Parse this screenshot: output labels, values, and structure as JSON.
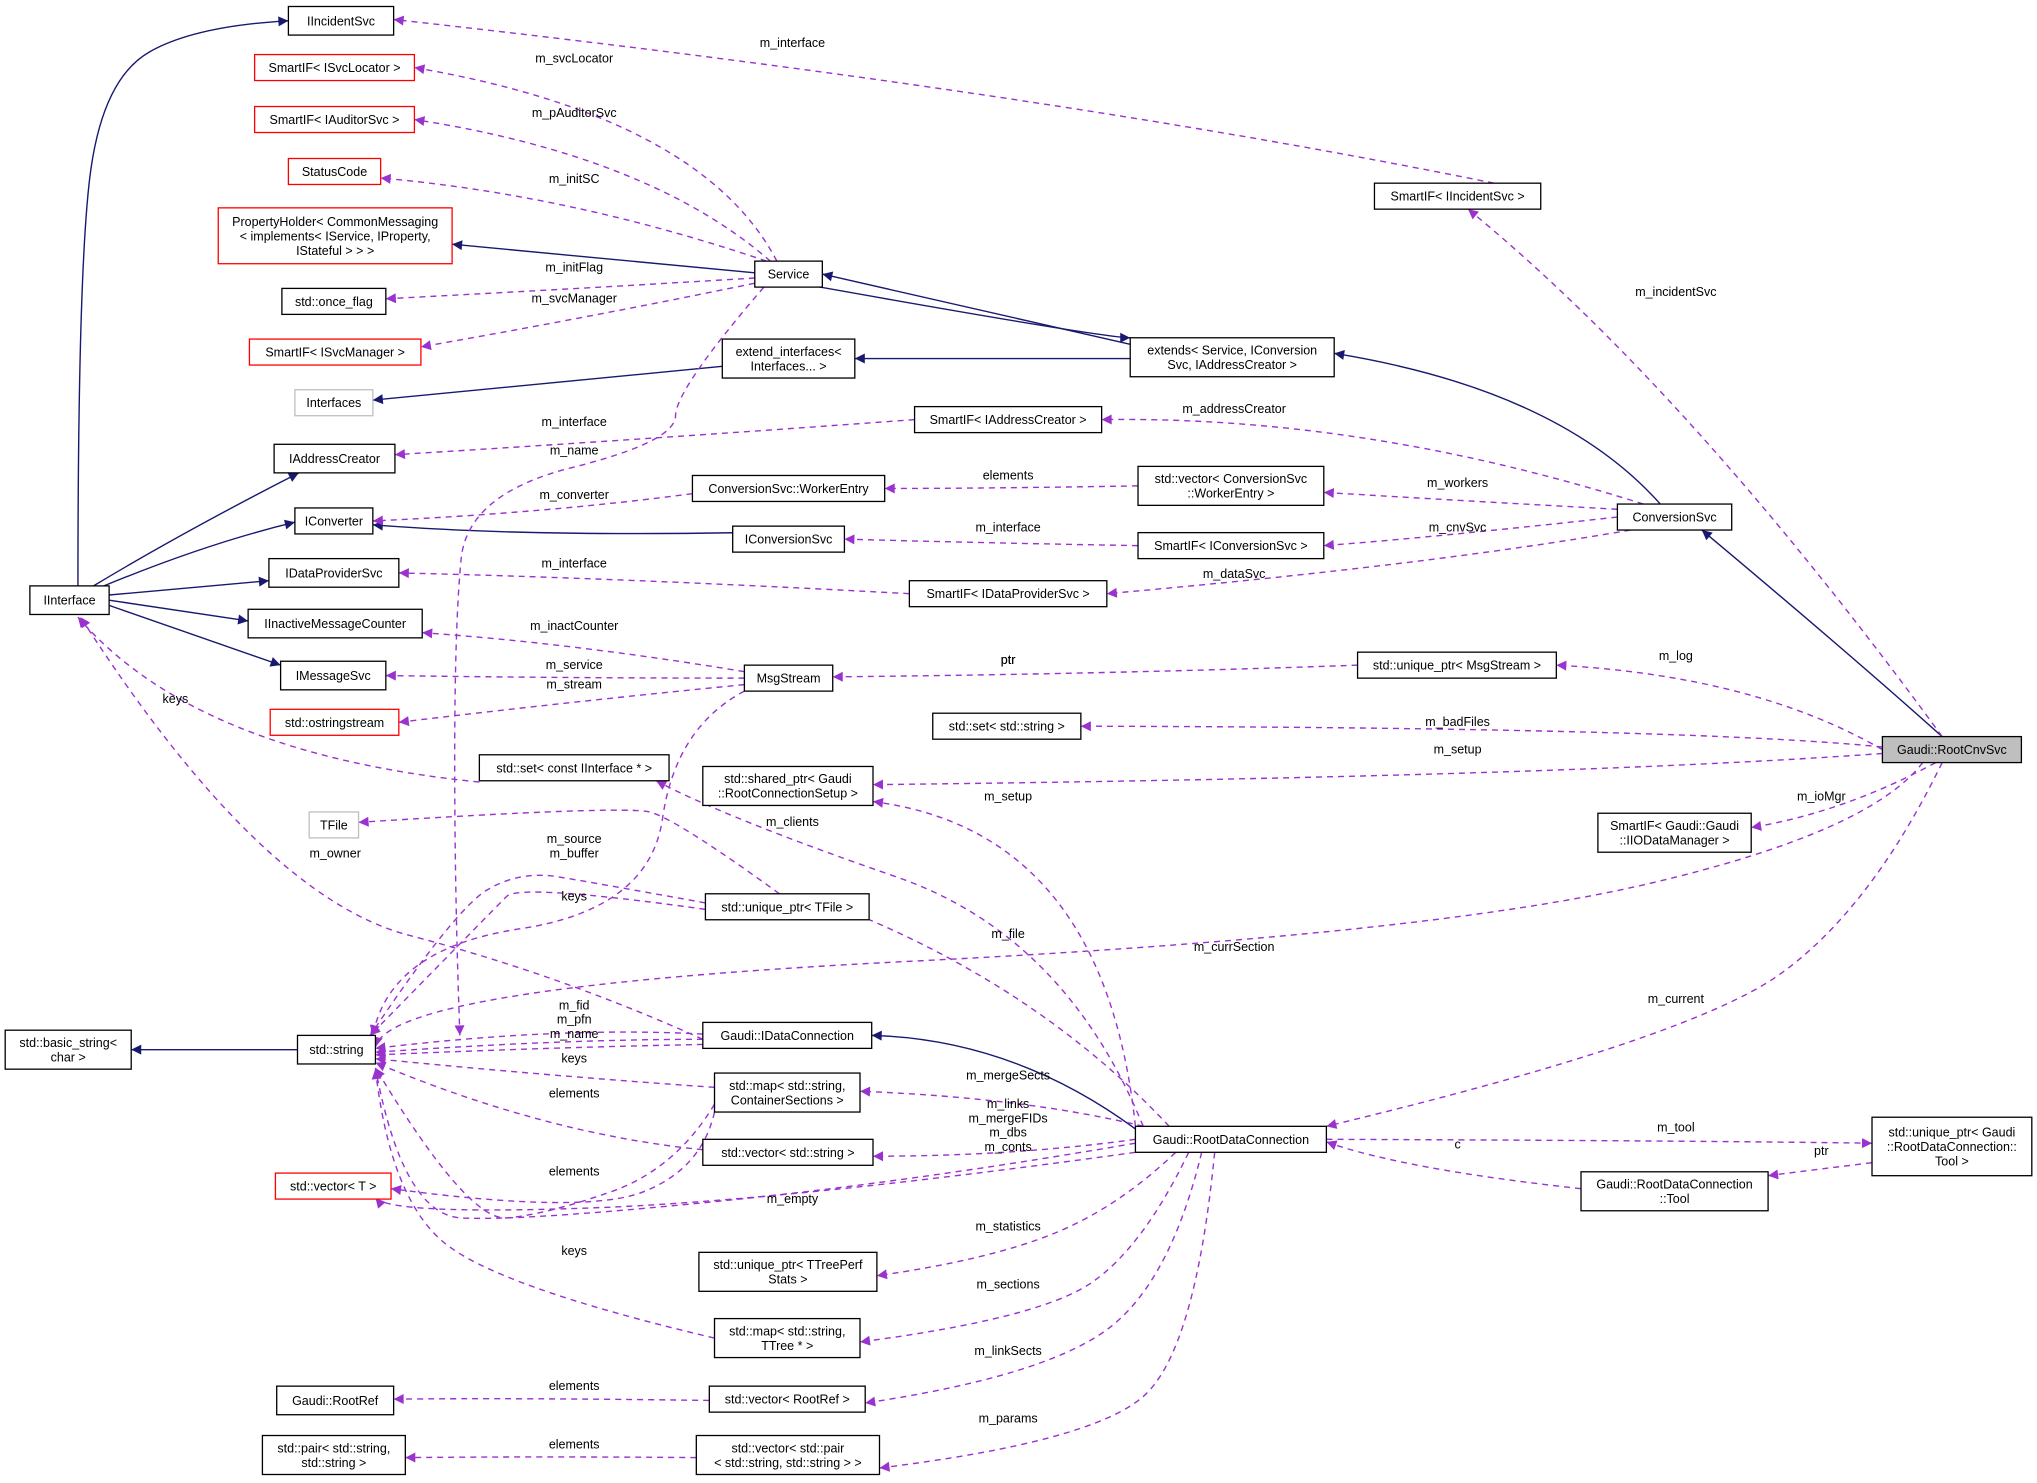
{
  "colors": {
    "inherit": "#191970",
    "member": "#9a32cd",
    "node_border": "#000000",
    "undocumented_border": "#ff0000",
    "external_border": "#bfbfbf",
    "highlight_fill": "#bfbfbf"
  },
  "nodes": [
    {
      "id": "iincidentsvc",
      "lines": [
        "IIncidentSvc"
      ],
      "style": "normal"
    },
    {
      "id": "smartif_isvclocator",
      "lines": [
        "SmartIF< ISvcLocator >"
      ],
      "style": "red"
    },
    {
      "id": "smartif_iauditorsvc",
      "lines": [
        "SmartIF< IAuditorSvc >"
      ],
      "style": "red"
    },
    {
      "id": "statuscode",
      "lines": [
        "StatusCode"
      ],
      "style": "red"
    },
    {
      "id": "propertyholder",
      "lines": [
        "PropertyHolder< CommonMessaging",
        "< implements< IService, IProperty,",
        "IStateful > > >"
      ],
      "style": "red"
    },
    {
      "id": "std_once_flag",
      "lines": [
        "std::once_flag"
      ],
      "style": "normal"
    },
    {
      "id": "smartif_isvcmanager",
      "lines": [
        "SmartIF< ISvcManager >"
      ],
      "style": "red"
    },
    {
      "id": "interfaces",
      "lines": [
        "Interfaces"
      ],
      "style": "gray"
    },
    {
      "id": "iaddresscreator",
      "lines": [
        "IAddressCreator"
      ],
      "style": "normal"
    },
    {
      "id": "iconverter",
      "lines": [
        "IConverter"
      ],
      "style": "normal"
    },
    {
      "id": "idataprovidersvc",
      "lines": [
        "IDataProviderSvc"
      ],
      "style": "normal"
    },
    {
      "id": "iinterface",
      "lines": [
        "IInterface"
      ],
      "style": "normal"
    },
    {
      "id": "iinactivemessagecounter",
      "lines": [
        "IInactiveMessageCounter"
      ],
      "style": "normal"
    },
    {
      "id": "imessagesvc",
      "lines": [
        "IMessageSvc"
      ],
      "style": "normal"
    },
    {
      "id": "std_ostringstream",
      "lines": [
        "std::ostringstream"
      ],
      "style": "red"
    },
    {
      "id": "tfile",
      "lines": [
        "TFile"
      ],
      "style": "gray"
    },
    {
      "id": "std_basic_string",
      "lines": [
        "std::basic_string<",
        "char >"
      ],
      "style": "normal"
    },
    {
      "id": "std_string",
      "lines": [
        "std::string"
      ],
      "style": "normal"
    },
    {
      "id": "std_vector_t",
      "lines": [
        "std::vector< T >"
      ],
      "style": "red"
    },
    {
      "id": "gaudi_rootref",
      "lines": [
        "Gaudi::RootRef"
      ],
      "style": "normal"
    },
    {
      "id": "std_pair_strings",
      "lines": [
        "std::pair< std::string,",
        "std::string >"
      ],
      "style": "normal"
    },
    {
      "id": "service",
      "lines": [
        "Service"
      ],
      "style": "normal"
    },
    {
      "id": "extend_interfaces",
      "lines": [
        "extend_interfaces<",
        "Interfaces... >"
      ],
      "style": "normal"
    },
    {
      "id": "smartif_iaddresscreator",
      "lines": [
        "SmartIF< IAddressCreator >"
      ],
      "style": "normal"
    },
    {
      "id": "conversionsvc_workerentry",
      "lines": [
        "ConversionSvc::WorkerEntry"
      ],
      "style": "normal"
    },
    {
      "id": "iconversionsvc",
      "lines": [
        "IConversionSvc"
      ],
      "style": "normal"
    },
    {
      "id": "smartif_idataprovidersvc",
      "lines": [
        "SmartIF< IDataProviderSvc >"
      ],
      "style": "normal"
    },
    {
      "id": "msgstream",
      "lines": [
        "MsgStream"
      ],
      "style": "normal"
    },
    {
      "id": "std_set_string",
      "lines": [
        "std::set< std::string >"
      ],
      "style": "normal"
    },
    {
      "id": "std_set_iinterface",
      "lines": [
        "std::set< const IInterface * >"
      ],
      "style": "normal"
    },
    {
      "id": "std_shared_ptr_setup",
      "lines": [
        "std::shared_ptr< Gaudi",
        "::RootConnectionSetup >"
      ],
      "style": "normal"
    },
    {
      "id": "std_unique_ptr_tfile",
      "lines": [
        "std::unique_ptr< TFile >"
      ],
      "style": "normal"
    },
    {
      "id": "gaudi_idataconnection",
      "lines": [
        "Gaudi::IDataConnection"
      ],
      "style": "normal"
    },
    {
      "id": "std_map_containersections",
      "lines": [
        "std::map< std::string,",
        "ContainerSections >"
      ],
      "style": "normal"
    },
    {
      "id": "std_vector_string",
      "lines": [
        "std::vector< std::string >"
      ],
      "style": "normal"
    },
    {
      "id": "std_unique_ptr_ttreeperf",
      "lines": [
        "std::unique_ptr< TTreePerf",
        "Stats >"
      ],
      "style": "normal"
    },
    {
      "id": "std_map_ttree",
      "lines": [
        "std::map< std::string,",
        "TTree * >"
      ],
      "style": "normal"
    },
    {
      "id": "std_vector_rootref",
      "lines": [
        "std::vector< RootRef >"
      ],
      "style": "normal"
    },
    {
      "id": "std_vector_pair",
      "lines": [
        "std::vector< std::pair",
        "< std::string, std::string > >"
      ],
      "style": "normal"
    },
    {
      "id": "smartif_iincidentsvc",
      "lines": [
        "SmartIF< IIncidentSvc >"
      ],
      "style": "normal"
    },
    {
      "id": "extends_service",
      "lines": [
        "extends< Service, IConversion",
        "Svc, IAddressCreator >"
      ],
      "style": "normal"
    },
    {
      "id": "std_vector_workerentry",
      "lines": [
        "std::vector< ConversionSvc",
        "::WorkerEntry >"
      ],
      "style": "normal"
    },
    {
      "id": "smartif_iconversionsvc",
      "lines": [
        "SmartIF< IConversionSvc >"
      ],
      "style": "normal"
    },
    {
      "id": "std_unique_ptr_msgstream",
      "lines": [
        "std::unique_ptr< MsgStream >"
      ],
      "style": "normal"
    },
    {
      "id": "conversionsvc",
      "lines": [
        "ConversionSvc"
      ],
      "style": "normal"
    },
    {
      "id": "smartif_iiodatamanager",
      "lines": [
        "SmartIF< Gaudi::Gaudi",
        "::IIODataManager >"
      ],
      "style": "normal"
    },
    {
      "id": "gaudi_rootdataconnection",
      "lines": [
        "Gaudi::RootDataConnection"
      ],
      "style": "normal"
    },
    {
      "id": "gaudi_rootdataconnection_tool",
      "lines": [
        "Gaudi::RootDataConnection",
        "::Tool"
      ],
      "style": "normal"
    },
    {
      "id": "std_unique_ptr_tool",
      "lines": [
        "std::unique_ptr< Gaudi",
        "::RootDataConnection::",
        "Tool >"
      ],
      "style": "normal"
    },
    {
      "id": "gaudi_rootcnvsvc",
      "lines": [
        "Gaudi::RootCnvSvc"
      ],
      "style": "highlight"
    }
  ],
  "edge_labels": [
    "m_interface",
    "m_svcLocator",
    "m_pAuditorSvc",
    "m_initSC",
    "m_initFlag",
    "m_svcManager",
    "m_interface",
    "m_name",
    "m_converter",
    "elements",
    "m_interface",
    "m_interface",
    "m_inactCounter",
    "m_service",
    "m_stream",
    "keys",
    "ptr",
    "m_source",
    "m_buffer",
    "m_owner",
    "keys",
    "m_fid",
    "m_pfn",
    "m_name",
    "keys",
    "elements",
    "elements",
    "keys",
    "elements",
    "elements",
    "m_incidentSvc",
    "m_addressCreator",
    "m_workers",
    "m_cnvSvc",
    "m_dataSvc",
    "m_log",
    "ptr",
    "m_badFiles",
    "m_setup",
    "m_clients",
    "m_setup",
    "m_ioMgr",
    "m_file",
    "m_currSection",
    "m_current",
    "m_mergeSects",
    "m_links",
    "m_mergeFIDs",
    "m_dbs",
    "m_conts",
    "m_tool",
    "c",
    "ptr",
    "m_empty",
    "m_statistics",
    "m_sections",
    "m_linkSects",
    "m_params"
  ]
}
